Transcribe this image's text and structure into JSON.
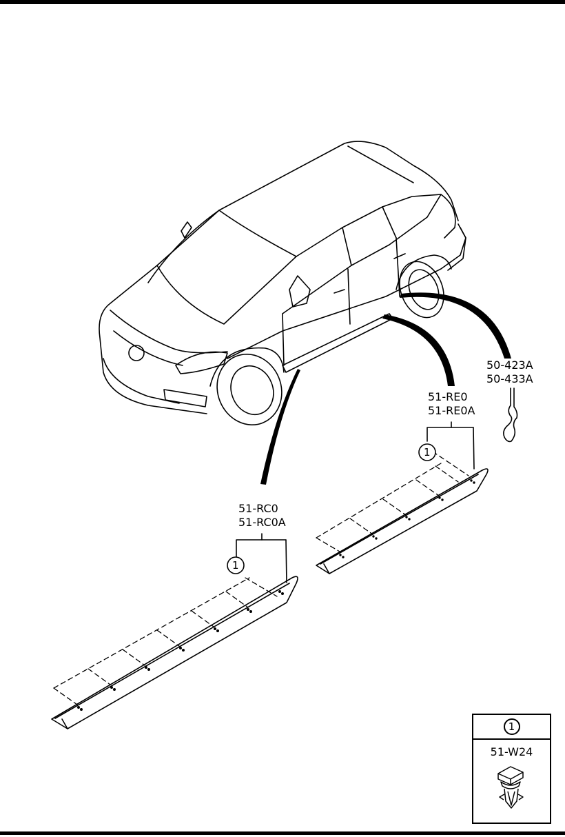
{
  "callouts": {
    "rocker_left": [
      "51-RC0",
      "51-RC0A"
    ],
    "rocker_right": [
      "51-RE0",
      "51-RE0A"
    ],
    "seal": [
      "50-423A",
      "50-433A"
    ]
  },
  "marker": "1",
  "legend": {
    "marker": "1",
    "part_code": "51-W24"
  }
}
